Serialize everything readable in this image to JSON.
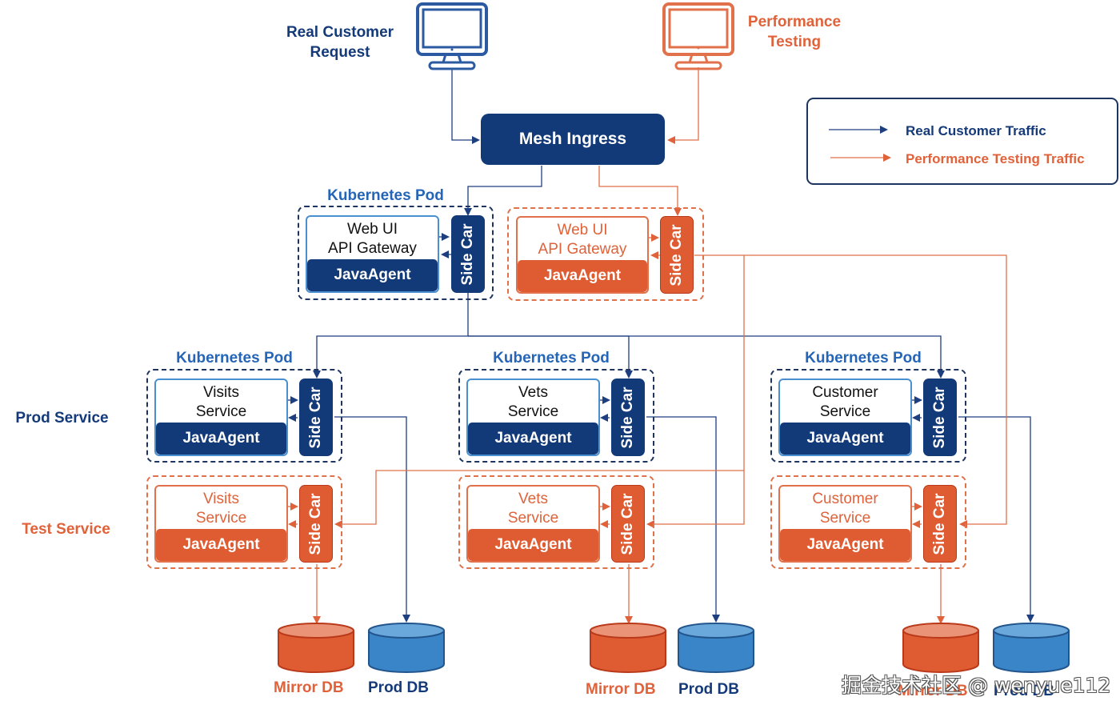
{
  "colors": {
    "navy": "#133a78",
    "orange": "#df5c32",
    "pod_label": "#2465b8",
    "db_blue": "#3a84c8",
    "db_orange": "#df5c32"
  },
  "sources": {
    "real": {
      "label_line1": "Real Customer",
      "label_line2": "Request",
      "icon": "monitor-icon"
    },
    "perf": {
      "label_line1": "Performance",
      "label_line2": "Testing",
      "icon": "monitor-icon"
    }
  },
  "ingress": {
    "label": "Mesh Ingress"
  },
  "legend": {
    "real": "Real Customer Traffic",
    "perf": "Performance Testing Traffic"
  },
  "row_labels": {
    "prod": "Prod Service",
    "test": "Test Service"
  },
  "pod_label": "Kubernetes Pod",
  "sidecar_label": "Side Car",
  "agent_label": "JavaAgent",
  "gateway": {
    "name_line1": "Web UI",
    "name_line2": "API Gateway"
  },
  "services": [
    {
      "name_line1": "Visits",
      "name_line2": "Service"
    },
    {
      "name_line1": "Vets",
      "name_line2": "Service"
    },
    {
      "name_line1": "Customer",
      "name_line2": "Service"
    }
  ],
  "dbs": {
    "mirror": "Mirror DB",
    "prod": "Prod DB"
  },
  "watermark": "掘金技术社区 @ wenyue112"
}
